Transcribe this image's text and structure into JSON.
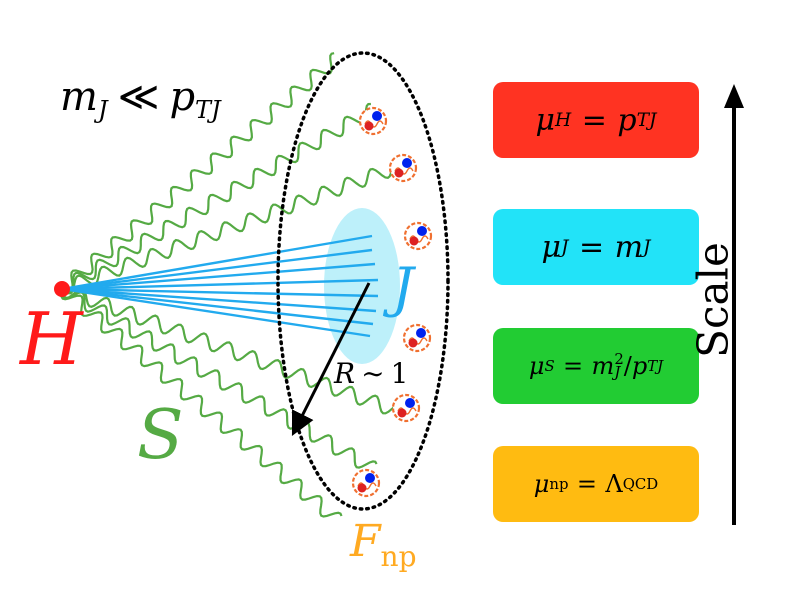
{
  "labels": {
    "hard_h": "H",
    "soft_s": "S",
    "jet_j": "J",
    "radius": {
      "base": "R",
      "rel": "∼",
      "val": "1"
    },
    "fnp": {
      "base": "F",
      "sub": "np"
    },
    "condition": {
      "m": "m",
      "m_sub": "J",
      "rel": "≪",
      "p": "p",
      "p_sub": "TJ"
    }
  },
  "boxes": [
    {
      "base": "μ",
      "sub": "H",
      "eq": "=",
      "rhs_base": "p",
      "rhs_sub": "TJ",
      "color": "#FF3322"
    },
    {
      "base": "μ",
      "sub": "J",
      "eq": "=",
      "rhs_base": "m",
      "rhs_sub": "J",
      "color": "#22E3F8"
    },
    {
      "base": "μ",
      "sub": "S",
      "eq": "=",
      "rhs_base": "m",
      "rhs_sup": "2",
      "rhs_sub": "J",
      "rhs_div": "/",
      "rhs_base2": "p",
      "rhs_sub2": "TJ",
      "color": "#22CC33"
    },
    {
      "base": "μ",
      "sub": "np",
      "eq": "=",
      "rhs_base": "Λ",
      "rhs_sub": "QCD",
      "color": "#FFBB11"
    }
  ],
  "axis": {
    "label": "Scale"
  },
  "colors": {
    "hard": "#FF1A1A",
    "soft": "#55AA44",
    "jet": "#22AAEE",
    "jet_cone": "#BDF0FA",
    "fnp": "#FFAA22",
    "hadron_orange": "#F07030",
    "hadron_blue": "#0022EE",
    "hadron_red": "#DD2222"
  }
}
